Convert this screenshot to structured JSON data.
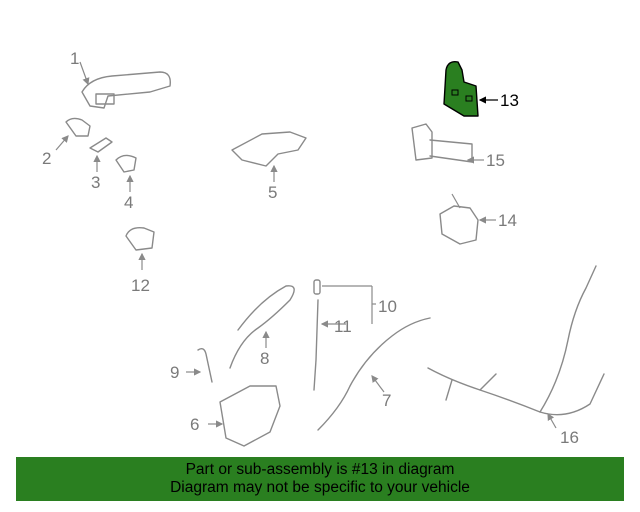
{
  "highlight_color": "#2a7f20",
  "callouts": {
    "c1": "1",
    "c2": "2",
    "c3": "3",
    "c4": "4",
    "c5": "5",
    "c6": "6",
    "c7": "7",
    "c8": "8",
    "c9": "9",
    "c10": "10",
    "c11": "11",
    "c12": "12",
    "c13": "13",
    "c14": "14",
    "c15": "15",
    "c16": "16"
  },
  "banner": {
    "line1": "Part or sub-assembly is #13 in diagram",
    "line2": "Diagram may not be specific to your vehicle"
  }
}
